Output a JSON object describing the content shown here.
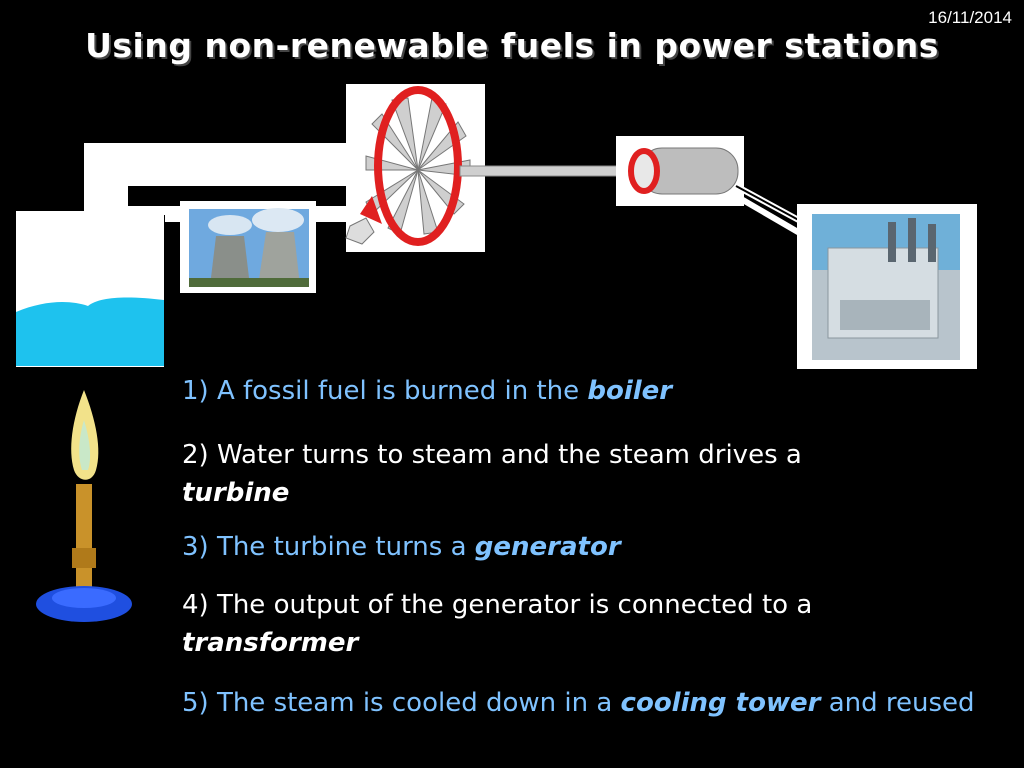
{
  "header": {
    "date": "16/11/2014",
    "title": "Using non-renewable fuels in power stations"
  },
  "steps": [
    {
      "prefix": "1)  A fossil fuel is burned in the ",
      "keyword": "boiler",
      "suffix": ""
    },
    {
      "prefix": "2)  Water turns to steam and the steam drives a ",
      "keyword": "turbine",
      "suffix": ""
    },
    {
      "prefix": "3)   The turbine turns a ",
      "keyword": "generator",
      "suffix": ""
    },
    {
      "prefix": "4)  The output of the generator is connected to a ",
      "keyword": "transformer",
      "suffix": ""
    },
    {
      "prefix": "5)  The steam is cooled down in a ",
      "keyword": "cooling tower",
      "suffix": " and reused"
    }
  ],
  "colors": {
    "background": "#000000",
    "highlight_text": "#7fc2ff",
    "water": "#1ec2ee",
    "arrow_red": "#e02020",
    "flame": "#f2e28a",
    "burner_base": "#1f4fe0",
    "burner_tube": "#c9922a"
  },
  "icons": [
    "boiler-tank-icon",
    "cooling-tower-image",
    "turbine-icon",
    "generator-icon",
    "transformer-image",
    "bunsen-burner-icon"
  ]
}
